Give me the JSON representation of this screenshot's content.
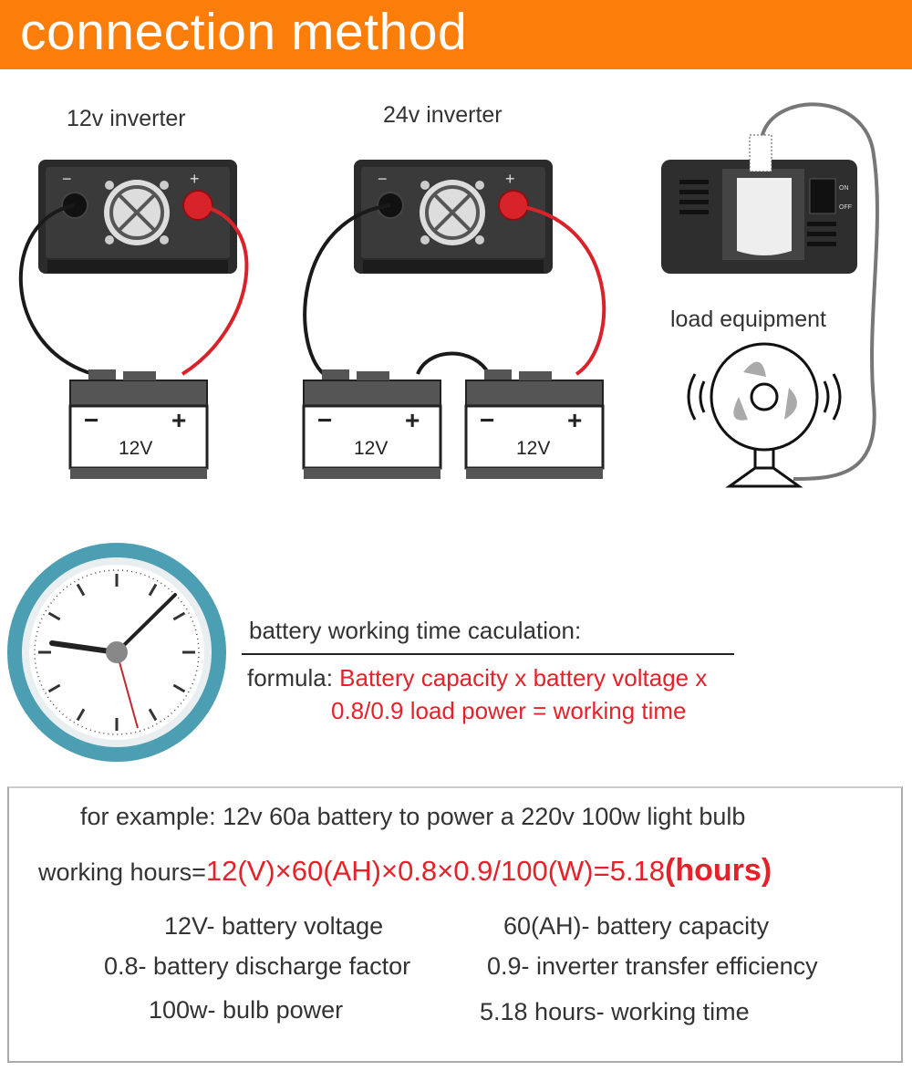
{
  "header": {
    "title": "connection method",
    "color": "#fb7d0a"
  },
  "diagram": {
    "left_label": "12v inverter",
    "middle_label": "24v inverter",
    "load_label": "load equipment",
    "battery_label": "12V",
    "battery_minus": "−",
    "battery_plus": "+",
    "inverter_minus": "−",
    "inverter_plus": "+",
    "switch_on": "ON",
    "switch_off": "OFF",
    "cable_colors": {
      "positive": "#d8232a",
      "negative": "#1a1a1a",
      "ac": "#777777"
    }
  },
  "calculation": {
    "title": "battery working time caculation:",
    "formula_prefix": "formula:",
    "formula_line1": "Battery capacity x battery voltage x",
    "formula_line2": "0.8/0.9 load power = working time"
  },
  "example": {
    "intro": "for example: 12v 60a battery to power a 220v 100w light bulb",
    "result_prefix": "working hours=",
    "result_expression": "12(V)×60(AH)×0.8×0.9/100(W)=5.18",
    "result_unit": "(hours)",
    "definitions": [
      "12V- battery voltage",
      "60(AH)- battery  capacity",
      "0.8- battery discharge factor",
      "0.9- inverter transfer efficiency",
      "100w- bulb power",
      "5.18 hours- working time"
    ]
  }
}
